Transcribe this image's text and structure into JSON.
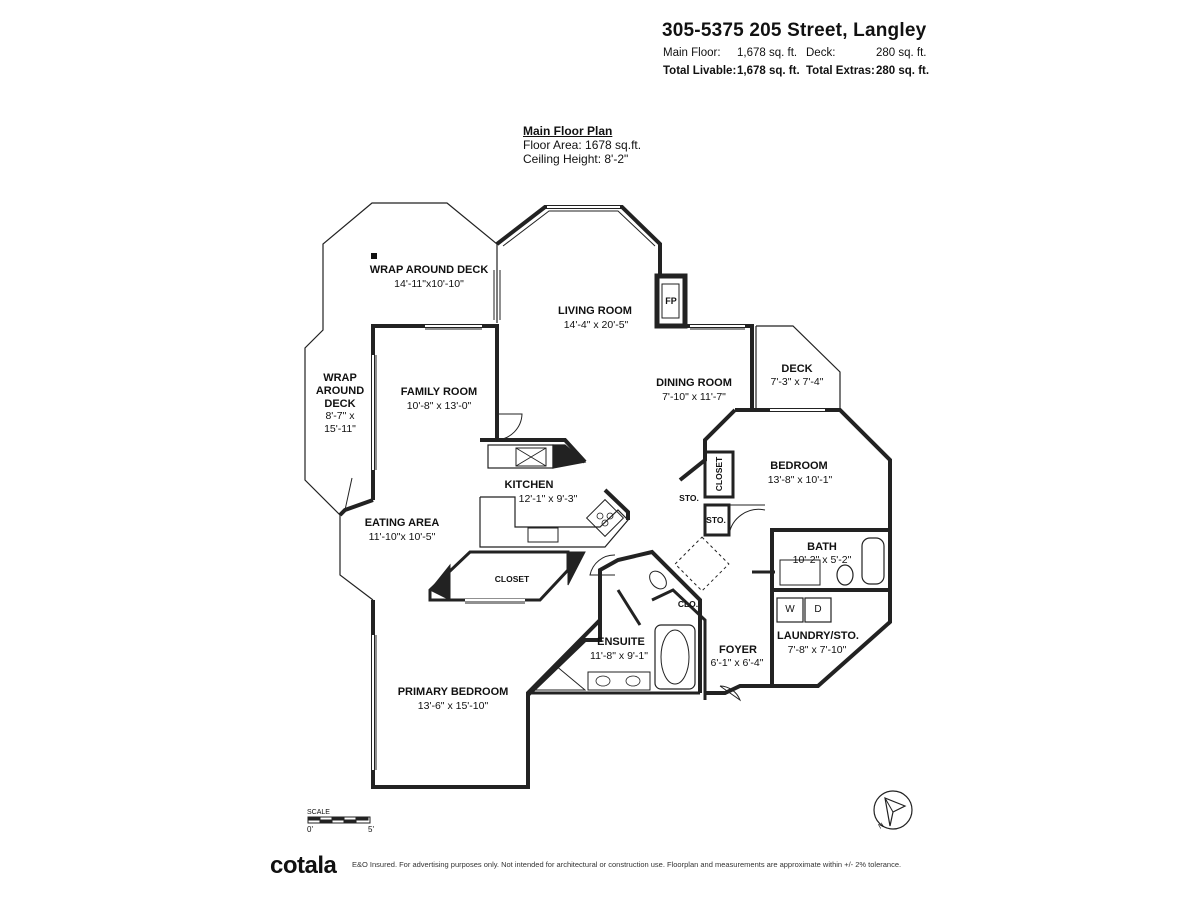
{
  "header": {
    "address": "305-5375 205 Street, Langley",
    "stats": [
      {
        "label": "Main Floor:",
        "value": "1,678 sq. ft.",
        "bold": false
      },
      {
        "label": "Deck:",
        "value": "280 sq. ft.",
        "bold": false
      },
      {
        "label": "Total Livable:",
        "value": "1,678 sq. ft.",
        "bold": true
      },
      {
        "label": "Total Extras:",
        "value": "280 sq. ft.",
        "bold": true
      }
    ]
  },
  "plan_info": {
    "title": "Main Floor Plan",
    "area": "Floor Area: 1678 sq.ft.",
    "ceiling": "Ceiling Height: 8'-2\""
  },
  "rooms": [
    {
      "id": "wrap-deck-top",
      "name": "WRAP AROUND DECK",
      "dims": "14'-11\"x10'-10\""
    },
    {
      "id": "wrap-deck-side",
      "name": "WRAP\nAROUND\nDECK",
      "dims": "8'-7\" x\n15'-11\""
    },
    {
      "id": "living",
      "name": "LIVING ROOM",
      "dims": "14'-4\" x 20'-5\""
    },
    {
      "id": "family",
      "name": "FAMILY ROOM",
      "dims": "10'-8\" x 13'-0\""
    },
    {
      "id": "dining",
      "name": "DINING ROOM",
      "dims": "7'-10\" x 11'-7\""
    },
    {
      "id": "deck",
      "name": "DECK",
      "dims": "7'-3\" x 7'-4\""
    },
    {
      "id": "bedroom",
      "name": "BEDROOM",
      "dims": "13'-8\" x 10'-1\""
    },
    {
      "id": "kitchen",
      "name": "KITCHEN",
      "dims": "12'-1\" x 9'-3\""
    },
    {
      "id": "eating",
      "name": "EATING AREA",
      "dims": "11'-10\"x 10'-5\""
    },
    {
      "id": "bath",
      "name": "BATH",
      "dims": "10'-2\" x 5'-2\""
    },
    {
      "id": "laundry",
      "name": "LAUNDRY/STO.",
      "dims": "7'-8\" x 7'-10\""
    },
    {
      "id": "ensuite",
      "name": "ENSUITE",
      "dims": "11'-8\" x 9'-1\""
    },
    {
      "id": "foyer",
      "name": "FOYER",
      "dims": "6'-1\" x 6'-4\""
    },
    {
      "id": "primary",
      "name": "PRIMARY BEDROOM",
      "dims": "13'-6\" x 15'-10\""
    }
  ],
  "small_labels": {
    "fp": "FP",
    "closet_main": "CLOSET",
    "closet_bed": "CLOSET",
    "sto1": "STO.",
    "sto2": "STO.",
    "clo": "CLO.",
    "washer": "W",
    "dryer": "D"
  },
  "scale": {
    "label": "SCALE",
    "start": "0'",
    "end": "5'"
  },
  "compass": {
    "letter": "N",
    "icon": "north-arrow-icon"
  },
  "footer": {
    "brand": "cotala",
    "disclaimer": "E&O Insured. For advertising purposes only. Not intended for architectural or construction use. Floorplan and measurements are approximate within +/- 2% tolerance."
  }
}
